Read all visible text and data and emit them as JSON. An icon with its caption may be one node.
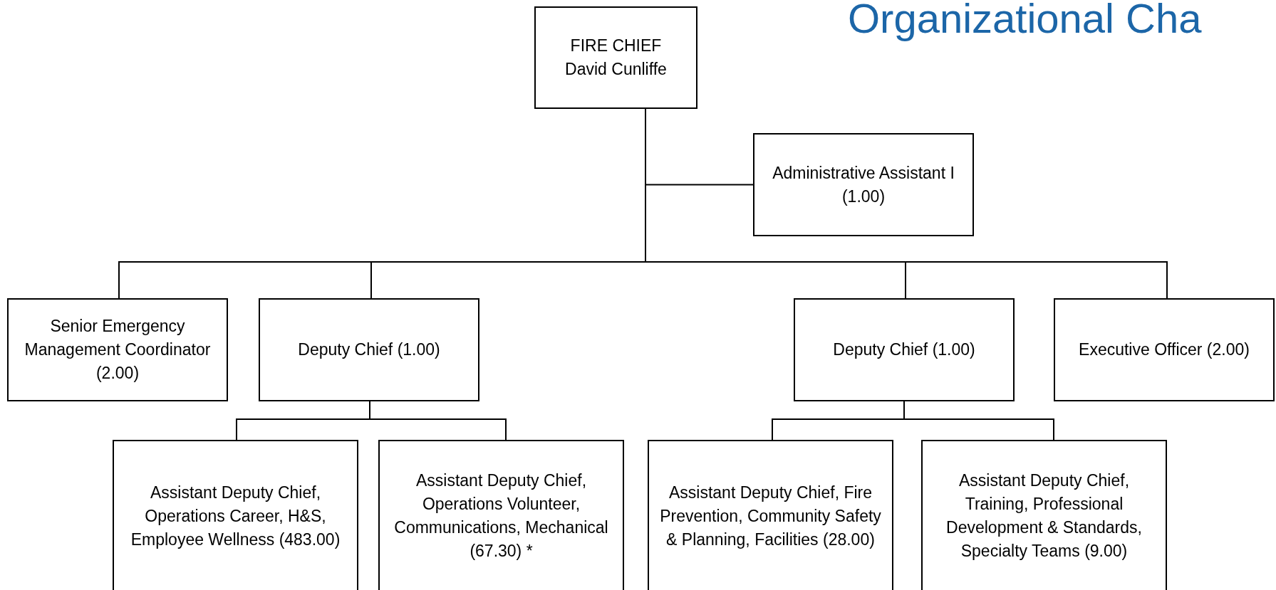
{
  "diagram": {
    "title": "Organizational Cha",
    "nodes": [
      {
        "text": [
          "FIRE CHIEF",
          "David Cunliffe"
        ]
      },
      {
        "text": [
          "Administrative Assistant I (1.00)"
        ]
      },
      {
        "text": [
          "Senior Emergency Management Coordinator (2.00)"
        ]
      },
      {
        "text": [
          "Deputy Chief (1.00)"
        ]
      },
      {
        "text": [
          "Deputy Chief (1.00)"
        ]
      },
      {
        "text": [
          "Executive Officer (2.00)"
        ]
      },
      {
        "text": [
          "Assistant Deputy Chief, Operations Career, H&S, Employee Wellness (483.00)"
        ]
      },
      {
        "text": [
          "Assistant Deputy Chief, Operations Volunteer, Communications, Mechanical (67.30) *"
        ]
      },
      {
        "text": [
          "Assistant Deputy Chief, Fire Prevention, Community Safety & Planning, Facilities (28.00)"
        ]
      },
      {
        "text": [
          "Assistant Deputy Chief, Training, Professional Development & Standards, Specialty Teams (9.00)"
        ]
      }
    ],
    "edges": [
      {
        "from": 0,
        "to": 1,
        "arrow": "none"
      },
      {
        "from": 0,
        "to": 2,
        "arrow": "none"
      },
      {
        "from": 0,
        "to": 3,
        "arrow": "none"
      },
      {
        "from": 0,
        "to": 4,
        "arrow": "none"
      },
      {
        "from": 0,
        "to": 5,
        "arrow": "none"
      },
      {
        "from": 3,
        "to": 6,
        "arrow": "none"
      },
      {
        "from": 3,
        "to": 7,
        "arrow": "none"
      },
      {
        "from": 4,
        "to": 8,
        "arrow": "none"
      },
      {
        "from": 4,
        "to": 9,
        "arrow": "none"
      }
    ]
  }
}
